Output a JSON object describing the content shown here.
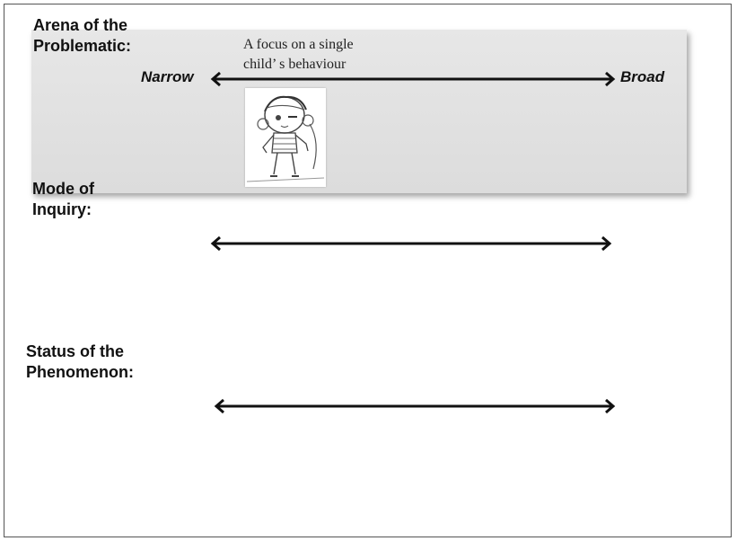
{
  "rows": {
    "arena": {
      "heading": "Arena of the\nProblematic:",
      "left_label": "Narrow",
      "right_label": "Broad",
      "note_line1": "A focus on a single",
      "note_line2": "child’ s behaviour"
    },
    "mode": {
      "heading": "Mode of\nInquiry:"
    },
    "status": {
      "heading": "Status of the\nPhenomenon:"
    }
  },
  "illustration": {
    "icon": "child-sketch-icon"
  },
  "colors": {
    "shade": "#e2e2e2",
    "line": "#111111",
    "border": "#555555"
  }
}
